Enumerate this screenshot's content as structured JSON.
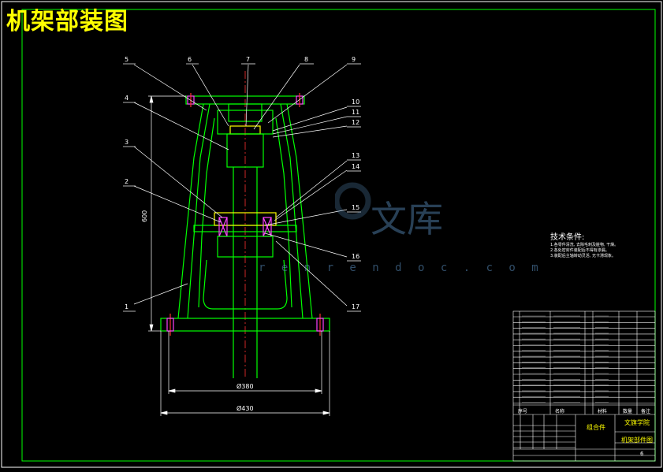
{
  "drawing": {
    "title": "机架部装图",
    "part_numbers": [
      "1",
      "2",
      "3",
      "4",
      "5",
      "6",
      "7",
      "8",
      "9",
      "10",
      "11",
      "12",
      "13",
      "14",
      "15",
      "16",
      "17"
    ],
    "dimensions": {
      "height": "600",
      "inner_diameter": "Ø380",
      "outer_diameter": "Ø430"
    },
    "tech_requirements": {
      "heading": "技术条件:",
      "lines": [
        "1.各零件清洗, 去除毛刺及脏物, 干燥。",
        "2.各处密封件装配后不得有渗漏。",
        "3.装配后主轴转动灵活, 无卡滞现象。"
      ]
    },
    "watermark": {
      "brand": "文库",
      "url": "r e n r e n d o c . c o m"
    },
    "title_block": {
      "assembly_label": "组合件",
      "school": "文旗学院",
      "drawing_name": "机架部件图",
      "count": "6",
      "col_seq": "序号",
      "col_name": "名称",
      "col_material": "材料",
      "col_qty": "数量",
      "col_note": "备注"
    }
  }
}
